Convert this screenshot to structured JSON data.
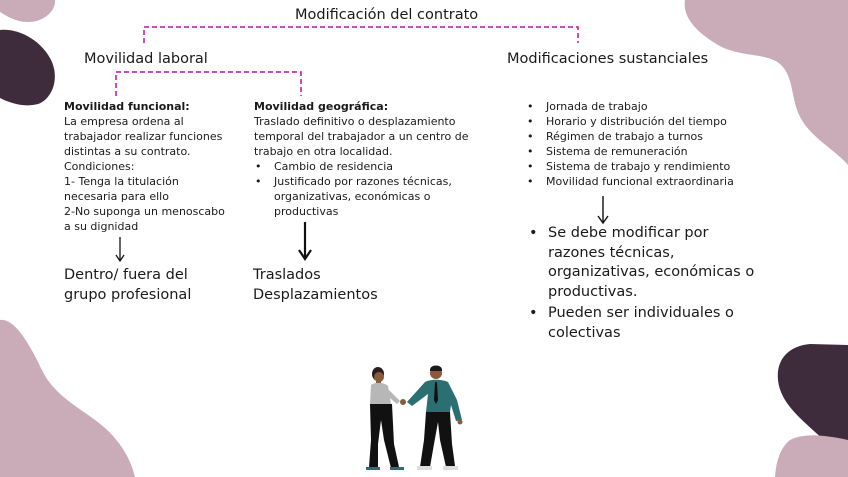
{
  "title": "Modificación del contrato",
  "left": {
    "heading": "Movilidad laboral",
    "functional": {
      "title": "Movilidad funcional:",
      "lines": [
        "La empresa ordena al",
        "trabajador realizar funciones",
        "distintas a su contrato.",
        "Condiciones:",
        "1- Tenga la titulación",
        "necesaria para ello",
        "2-No suponga un menoscabo",
        "a su dignidad"
      ],
      "result": [
        "Dentro/ fuera del",
        "grupo profesional"
      ]
    },
    "geographic": {
      "title": "Movilidad geográfica:",
      "lines": [
        "Traslado definitivo o desplazamiento",
        "temporal del trabajador a un centro de",
        "trabajo en otra localidad."
      ],
      "bullets": [
        [
          "Cambio de residencia"
        ],
        [
          "Justificado por razones técnicas,",
          "organizativas, económicas o",
          "productivas"
        ]
      ],
      "result": [
        "Traslados",
        "Desplazamientos"
      ]
    }
  },
  "right": {
    "heading": "Modificaciones sustanciales",
    "bullets": [
      "Jornada de trabajo",
      "Horario y distribución del tiempo",
      "Régimen de trabajo a turnos",
      "Sistema de remuneración",
      "Sistema de trabajo y rendimiento",
      "Movilidad funcional extraordinaria"
    ],
    "notes": [
      [
        "Se debe modificar por",
        "razones técnicas,",
        "organizativas, económicas o",
        "productivas."
      ],
      [
        "Pueden ser individuales o",
        "colectivas"
      ]
    ]
  },
  "colors": {
    "connector": "#b5179e",
    "blob_dark": "#3e2b3c",
    "blob_light": "#c9acb8",
    "skin": "#8a5a3c"
  }
}
